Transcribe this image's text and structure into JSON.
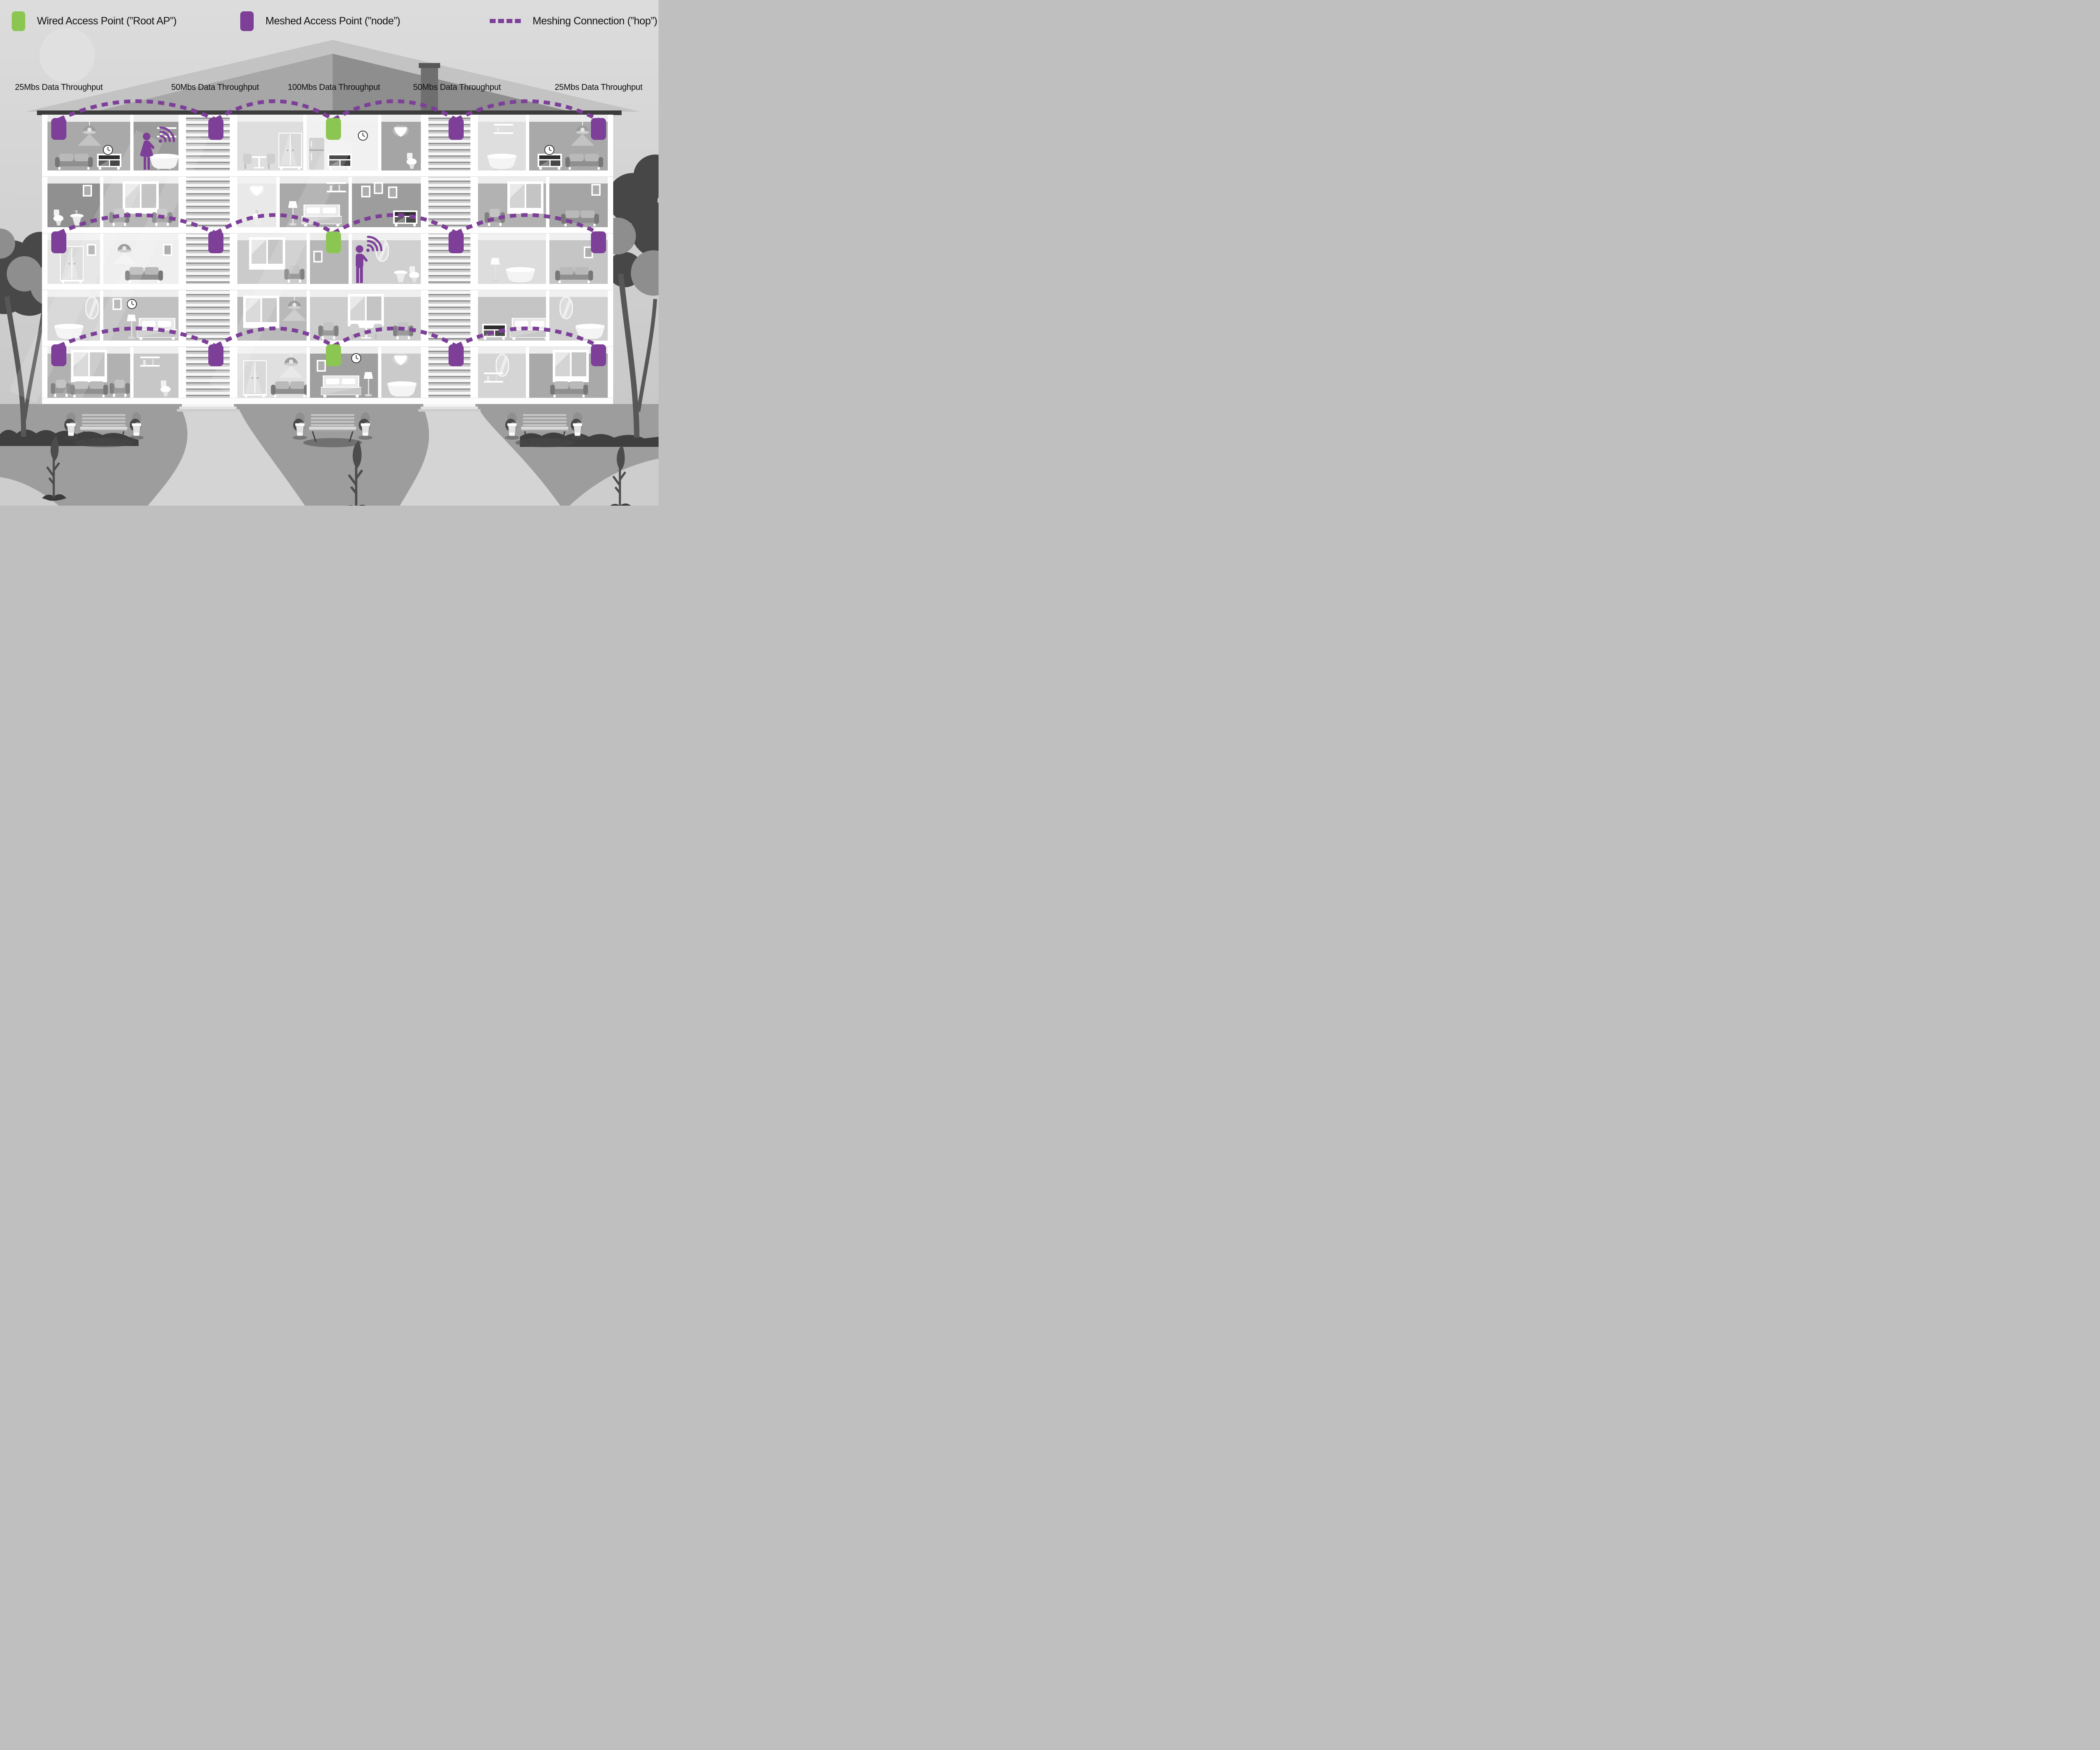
{
  "legend": {
    "items": [
      {
        "id": "wired-access-point",
        "swatch": "root-ap",
        "label": "Wired Access Point (”Root AP”)"
      },
      {
        "id": "meshed-access-point",
        "swatch": "node-ap",
        "label": "Meshed Access Point (”node”)"
      },
      {
        "id": "meshing-connection",
        "swatch": "hop-line",
        "label": "Meshing Connection (”hop”)"
      }
    ]
  },
  "throughput_labels": [
    "25Mbs Data Throughput",
    "50Mbs Data Throughput",
    "100Mbs Data Throughput",
    "50Mbs Data Throughput",
    "25Mbs Data Throughput"
  ],
  "colors": {
    "root_ap": "#8cc652",
    "node_ap": "#7d3f98",
    "hop": "#7d3f98",
    "text": "#141414",
    "sky_top": "#dcdcdc",
    "sky_bottom": "#c3c3c3",
    "roof_light": "#c3c3c3",
    "roof_mid": "#a7a7a7",
    "roof_dark": "#8e8e8e",
    "fascia": "#3c3c3c",
    "chimney": "#6f6f6f",
    "building_frame": "#ffffff",
    "ground": "#9d9d9d",
    "path": "#d4d4d4",
    "silhouette": "#474747"
  },
  "access_point_rows": [
    {
      "floor": 1,
      "aps": [
        "node",
        "node",
        "root",
        "node",
        "node"
      ]
    },
    {
      "floor": 3,
      "aps": [
        "node",
        "node",
        "root",
        "node",
        "node"
      ]
    },
    {
      "floor": 5,
      "aps": [
        "node",
        "node",
        "root",
        "node",
        "node"
      ]
    }
  ],
  "hops": [
    {
      "floor": 1,
      "connections": [
        [
          0,
          1
        ],
        [
          1,
          2
        ],
        [
          2,
          3
        ],
        [
          3,
          4
        ]
      ]
    },
    {
      "floor": 3,
      "connections": [
        [
          0,
          1
        ],
        [
          1,
          2
        ],
        [
          2,
          3
        ],
        [
          3,
          4
        ]
      ]
    },
    {
      "floor": 5,
      "connections": [
        [
          0,
          1
        ],
        [
          1,
          2
        ],
        [
          2,
          3
        ],
        [
          3,
          4
        ]
      ]
    }
  ],
  "people": [
    {
      "figure": "woman",
      "location": "top-floor-bathroom",
      "wifi": true
    },
    {
      "figure": "man",
      "location": "middle-floor-hallway",
      "wifi": true
    }
  ]
}
